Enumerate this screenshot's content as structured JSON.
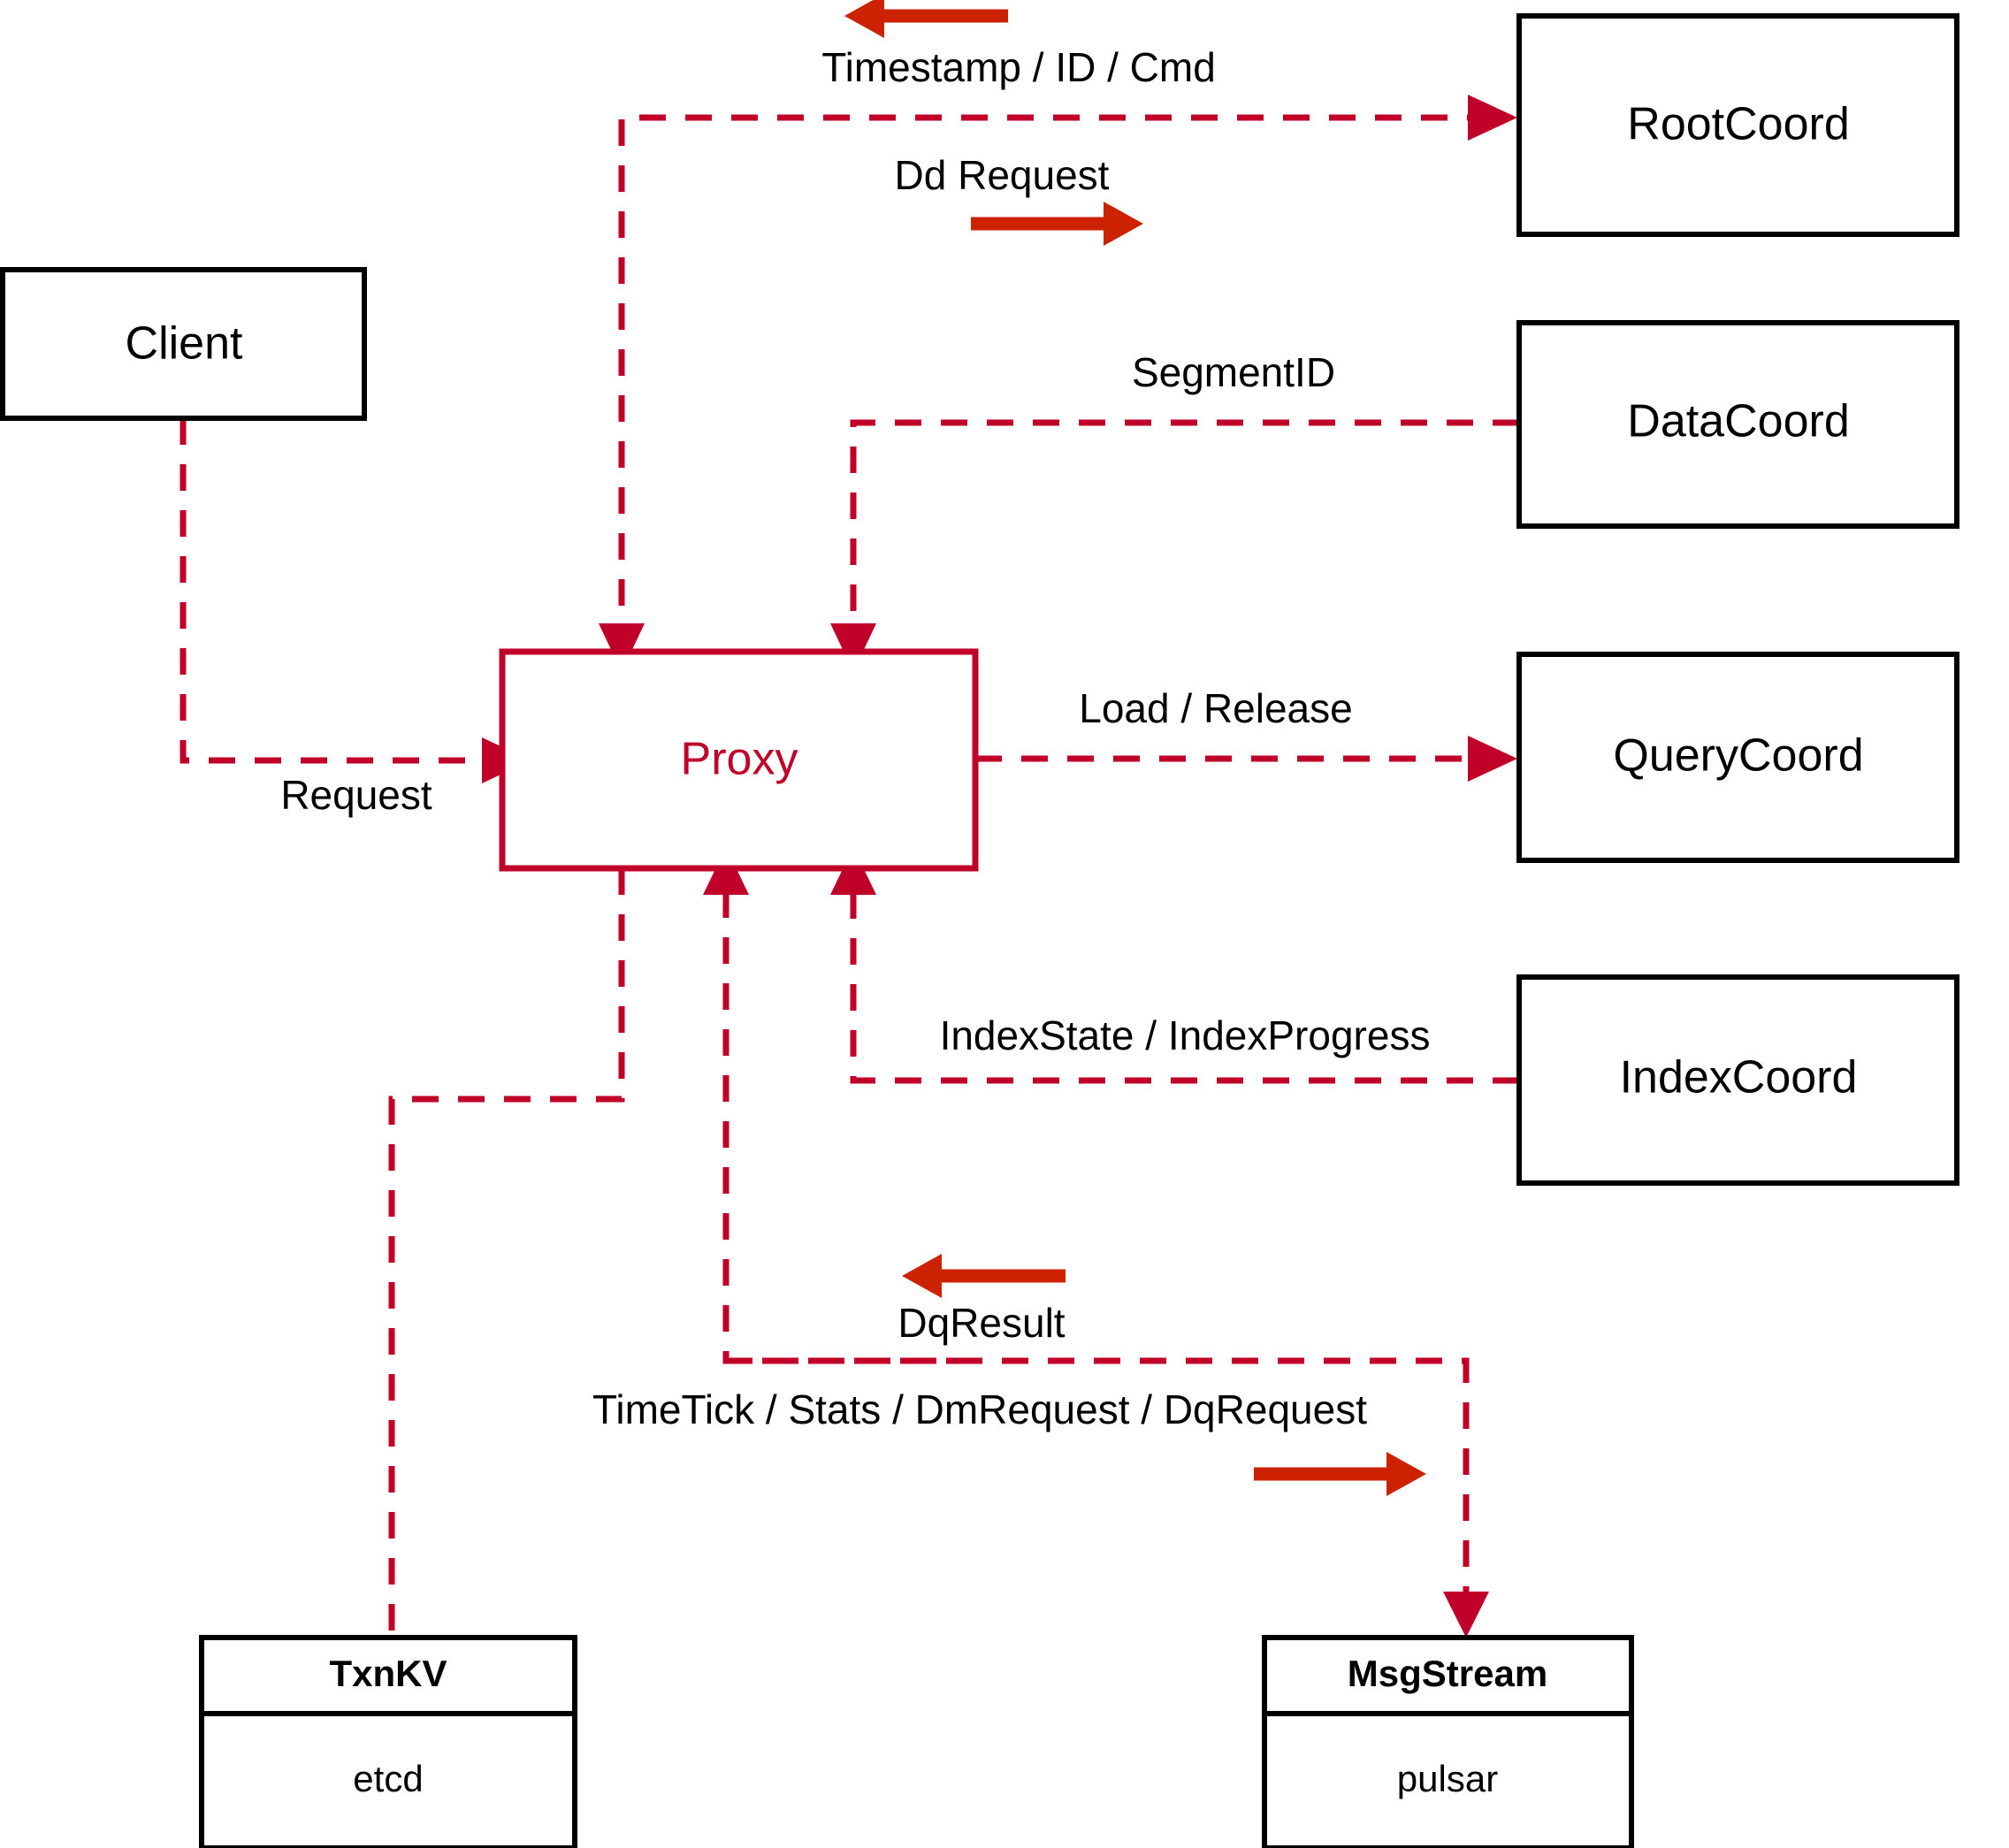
{
  "diagram": {
    "title": "Milvus Proxy interaction diagram",
    "accent_red": "#c00028",
    "arrow_red": "#cc2200",
    "nodes": {
      "client": {
        "label": "Client"
      },
      "proxy": {
        "label": "Proxy"
      },
      "root_coord": {
        "label": "RootCoord"
      },
      "data_coord": {
        "label": "DataCoord"
      },
      "query_coord": {
        "label": "QueryCoord"
      },
      "index_coord": {
        "label": "IndexCoord"
      },
      "txnkv": {
        "label": "TxnKV",
        "implementation": "etcd"
      },
      "msgstream": {
        "label": "MsgStream",
        "implementation": "pulsar"
      }
    },
    "edges": [
      {
        "id": "client-request",
        "label": "Request",
        "from": "Client",
        "to": "Proxy",
        "direction": "right"
      },
      {
        "id": "timestamp-id-cmd",
        "label": "Timestamp / ID / Cmd",
        "from": "RootCoord",
        "to": "Proxy",
        "direction": "left"
      },
      {
        "id": "dd-request",
        "label": "Dd Request",
        "from": "Proxy",
        "to": "RootCoord",
        "direction": "right"
      },
      {
        "id": "segment-id",
        "label": "SegmentID",
        "from": "DataCoord",
        "to": "Proxy",
        "direction": "left"
      },
      {
        "id": "load-release",
        "label": "Load / Release",
        "from": "Proxy",
        "to": "QueryCoord",
        "direction": "right"
      },
      {
        "id": "index-state",
        "label": "IndexState / IndexProgress",
        "from": "IndexCoord",
        "to": "Proxy",
        "direction": "left"
      },
      {
        "id": "dq-result",
        "label": "DqResult",
        "from": "MsgStream",
        "to": "Proxy",
        "direction": "left"
      },
      {
        "id": "timetick-stats",
        "label": "TimeTick / Stats / DmRequest / DqRequest",
        "from": "Proxy",
        "to": "MsgStream",
        "direction": "right"
      }
    ]
  }
}
